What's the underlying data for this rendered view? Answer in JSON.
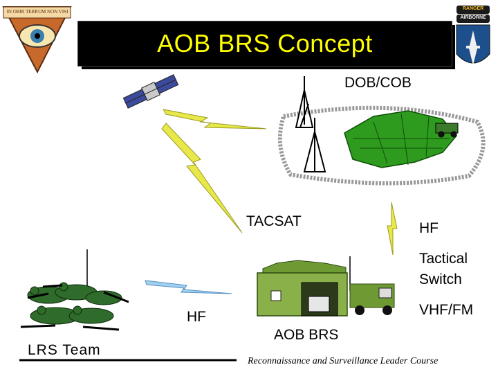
{
  "title": "AOB BRS Concept",
  "labels": {
    "dob_cob": "DOB/COB",
    "tacsat": "TACSAT",
    "hf_right": "HF",
    "tactical_switch_line1": "Tactical",
    "tactical_switch_line2": "Switch",
    "vhf_fm": "VHF/FM",
    "hf_left": "HF",
    "aob_brs": "AOB BRS",
    "lrs_team": "LRS Team"
  },
  "footer": "Reconnaissance and Surveillance Leader Course",
  "emblem_left_motto": "IN OBIR TERRUM NON VISI",
  "tab_right_text": "RANGER",
  "tab_right_sub": "AIRBORNE",
  "colors": {
    "title_text": "#ffff00",
    "title_bg": "#000000",
    "tent": "#2e9a1e",
    "building": "#8ab04a",
    "bolt": "#e8e84a",
    "hf_bolt": "#9fd0f0",
    "soldier": "#2f6b2a"
  }
}
